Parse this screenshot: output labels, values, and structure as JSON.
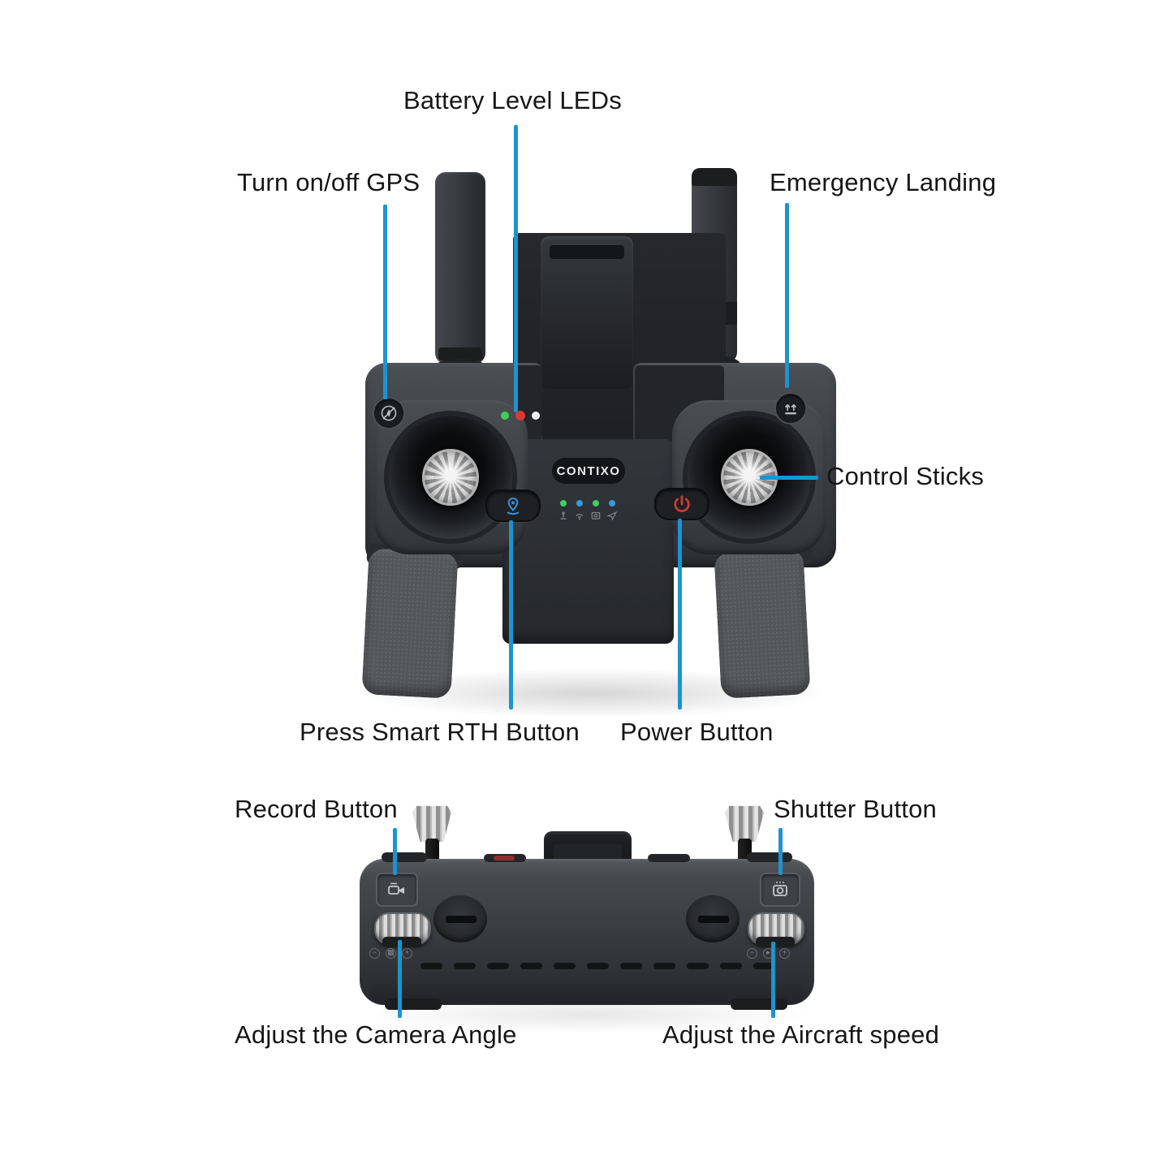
{
  "brand": {
    "logo": "CONTIXO"
  },
  "colors": {
    "callout_line": "#1b94d1",
    "label_text": "#161616",
    "body_dark": "#3a3d42",
    "led_green": "#3ecf5d",
    "led_red": "#d63a33",
    "led_white": "#f2f2f2",
    "led_blue": "#2f9bdf",
    "power_icon_red": "#c43f38",
    "rth_icon_blue": "#3a8fd9"
  },
  "top": {
    "battery": "Battery Level LEDs",
    "gps": "Turn on/off GPS",
    "emergency": "Emergency Landing",
    "sticks": "Control Sticks",
    "rth": "Press Smart RTH Button",
    "power": "Power Button"
  },
  "bottom": {
    "record": "Record Button",
    "shutter": "Shutter Button",
    "camera_angle": "Adjust the Camera Angle",
    "speed": "Adjust the Aircraft speed"
  },
  "icons": {
    "gps_button": "compass-crossed",
    "emergency_button": "double-arrow-over-bar",
    "rth_button": "location-pin",
    "power_button": "power-symbol",
    "record_button": "camcorder",
    "shutter_button": "camera",
    "status_row": [
      "joystick",
      "signal",
      "photo",
      "plane"
    ]
  },
  "leds": {
    "battery_levels": [
      "green",
      "red",
      "white"
    ],
    "status": [
      "green",
      "blue",
      "green",
      "blue"
    ]
  }
}
